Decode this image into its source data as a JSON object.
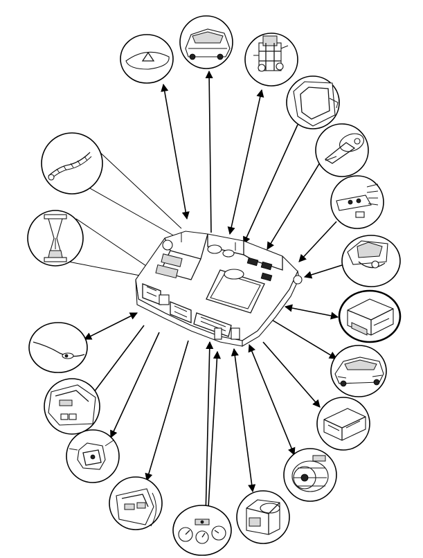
{
  "diagram": {
    "central_unit": "bsi-module",
    "peripherals": [
      {
        "id": "dashboard-warning-lamp",
        "link": "bidirectional"
      },
      {
        "id": "rear-window-vehicle",
        "link": "to-unit"
      },
      {
        "id": "injection-pump",
        "link": "bidirectional"
      },
      {
        "id": "door-window",
        "link": "to-unit"
      },
      {
        "id": "exterior-mirror",
        "link": "to-unit"
      },
      {
        "id": "steering-column-switch",
        "link": "to-unit"
      },
      {
        "id": "windscreen-wiper",
        "link": "to-unit"
      },
      {
        "id": "engine-ecu",
        "link": "bidirectional"
      },
      {
        "id": "vehicle-front",
        "link": "from-unit"
      },
      {
        "id": "diagnostic-connector",
        "link": "from-unit"
      },
      {
        "id": "alternator",
        "link": "bidirectional"
      },
      {
        "id": "throttle-body",
        "link": "bidirectional"
      },
      {
        "id": "instrument-dials",
        "link": "bidirectional"
      },
      {
        "id": "door-trim-switch",
        "link": "from-unit"
      },
      {
        "id": "door-lock-actuator",
        "link": "from-unit"
      },
      {
        "id": "interior-lamp-switch",
        "link": "none"
      },
      {
        "id": "washer-jet",
        "link": "bidirectional"
      },
      {
        "id": "hourglass-timer",
        "link": "none"
      },
      {
        "id": "wiring-harness",
        "link": "none"
      }
    ]
  }
}
